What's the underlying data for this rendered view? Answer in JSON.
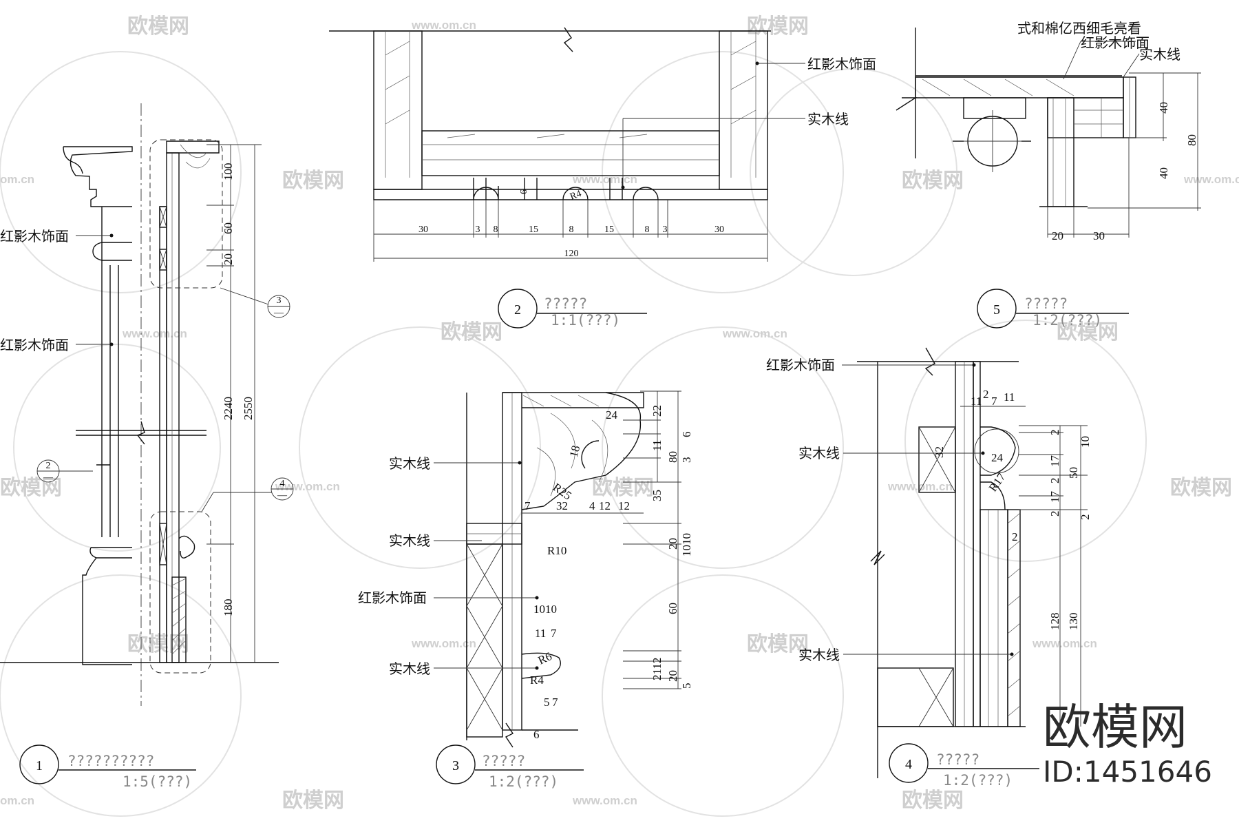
{
  "watermark": {
    "brand": "欧模网",
    "url": "www.om.cn",
    "url_short": "om.cn"
  },
  "brand_mark": {
    "name": "欧模网",
    "id": "ID:1451646"
  },
  "labels": {
    "red_veneer": "红影木饰面",
    "solid_wood": "实木线",
    "partial_top_text": "式和棉亿西细毛亮看"
  },
  "details": [
    {
      "num": "1",
      "title": "??????????",
      "scale": "1:5(???)"
    },
    {
      "num": "2",
      "title": "?????",
      "scale": "1:1(???)"
    },
    {
      "num": "3",
      "title": "?????",
      "scale": "1:2(???)"
    },
    {
      "num": "4",
      "title": "?????",
      "scale": "1:2(???)"
    },
    {
      "num": "5",
      "title": "?????",
      "scale": "1:2(???)"
    }
  ],
  "callouts": {
    "c3": "3",
    "c2": "2",
    "c4": "4",
    "dash": "—"
  },
  "dims_d1": [
    "100",
    "60",
    "20",
    "2240",
    "2550",
    "180"
  ],
  "dims_d2": [
    "30",
    "3",
    "8",
    "15",
    "8",
    "15",
    "8",
    "3",
    "30",
    "120",
    "6",
    "R4"
  ],
  "dims_d5": [
    "40",
    "40",
    "80",
    "20",
    "30"
  ],
  "dims_d3": [
    "24",
    "22",
    "6",
    "18",
    "11",
    "3",
    "80",
    "R25",
    "35",
    "7",
    "32",
    "4",
    "12",
    "12",
    "20",
    "1010",
    "R10",
    "60",
    "1010",
    "11",
    "7",
    "R6",
    "R4",
    "2112",
    "20",
    "5",
    "5",
    "7",
    "6"
  ],
  "dims_d4": [
    "11",
    "2",
    "7",
    "11",
    "32",
    "24",
    "2",
    "10",
    "17",
    "2",
    "50",
    "R17",
    "17",
    "2",
    "2",
    "2",
    "128",
    "130"
  ]
}
